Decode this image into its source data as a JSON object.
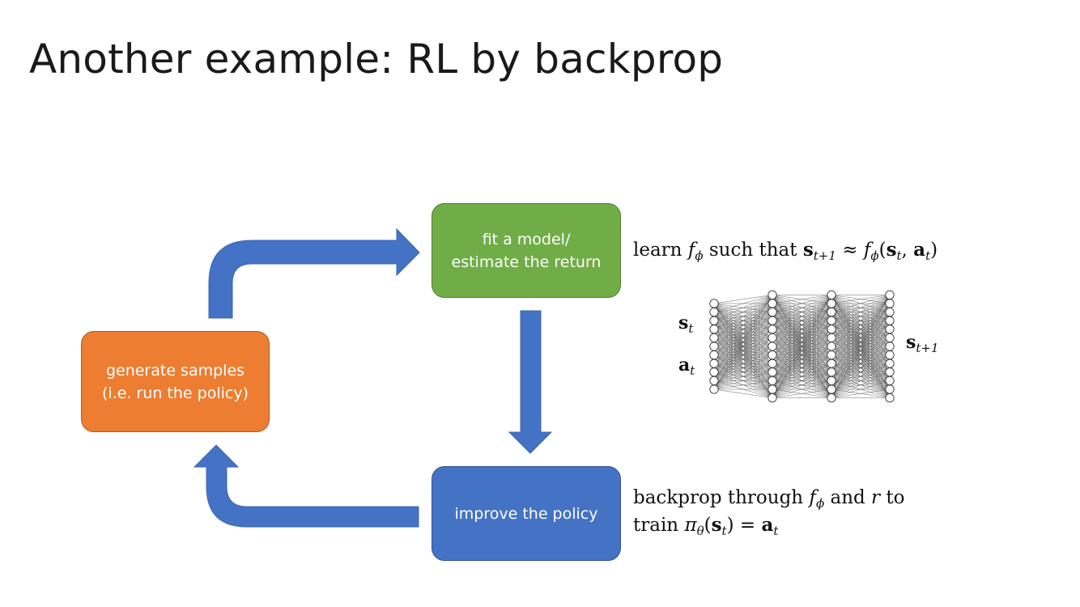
{
  "slide": {
    "title": "Another example: RL by backprop"
  },
  "boxes": {
    "generate": {
      "line1": "generate samples",
      "line2": "(i.e. run the policy)",
      "color": "#ed7d31"
    },
    "fit": {
      "line1": "fit a model/",
      "line2": "estimate the return",
      "color": "#70ad47"
    },
    "improve": {
      "line1": "improve the policy",
      "color": "#4472c4"
    }
  },
  "arrow_color": "#4472c4",
  "fit_description": {
    "word_learn": "learn",
    "f": "f",
    "phi": "ϕ",
    "word_such_that": "such that",
    "s": "s",
    "t_plus_1": "t+1",
    "approx": "≈",
    "a": "a",
    "t": "t"
  },
  "improve_description": {
    "line1_prefix": "backprop through",
    "f": "f",
    "phi": "ϕ",
    "word_and": "and",
    "r": "r",
    "word_to": "to",
    "line2_prefix": "train",
    "pi": "π",
    "theta": "θ",
    "s": "s",
    "t": "t",
    "equals": "=",
    "a": "a"
  },
  "network": {
    "input_state_label": {
      "base": "s",
      "sub": "t"
    },
    "input_action_label": {
      "base": "a",
      "sub": "t"
    },
    "output_label": {
      "base": "s",
      "sub": "t+1"
    },
    "layer_sizes": [
      11,
      13,
      13,
      13
    ]
  }
}
